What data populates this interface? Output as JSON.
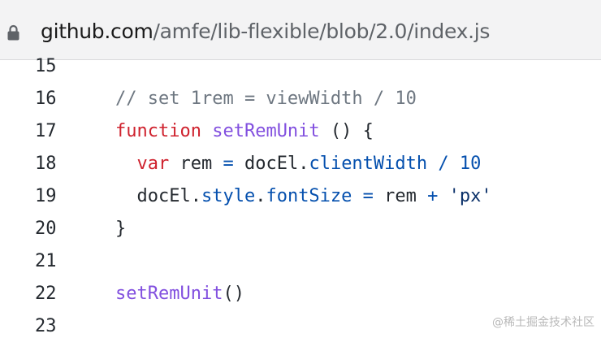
{
  "address_bar": {
    "host": "github.com",
    "path": "/amfe/lib-flexible/blob/2.0/index.js"
  },
  "code": {
    "lines": [
      {
        "num": "15",
        "tokens": []
      },
      {
        "num": "16",
        "tokens": [
          {
            "t": "// set 1rem = viewWidth / 10",
            "c": "comment"
          }
        ]
      },
      {
        "num": "17",
        "tokens": [
          {
            "t": "function",
            "c": "kw"
          },
          {
            "t": " ",
            "c": "plain"
          },
          {
            "t": "setRemUnit",
            "c": "fn"
          },
          {
            "t": " () {",
            "c": "plain"
          }
        ]
      },
      {
        "num": "18",
        "tokens": [
          {
            "t": "  ",
            "c": "plain"
          },
          {
            "t": "var",
            "c": "kw"
          },
          {
            "t": " rem ",
            "c": "plain"
          },
          {
            "t": "=",
            "c": "op"
          },
          {
            "t": " docEl.",
            "c": "plain"
          },
          {
            "t": "clientWidth",
            "c": "prop"
          },
          {
            "t": " ",
            "c": "plain"
          },
          {
            "t": "/",
            "c": "op"
          },
          {
            "t": " ",
            "c": "plain"
          },
          {
            "t": "10",
            "c": "num"
          }
        ]
      },
      {
        "num": "19",
        "tokens": [
          {
            "t": "  docEl.",
            "c": "plain"
          },
          {
            "t": "style",
            "c": "prop"
          },
          {
            "t": ".",
            "c": "plain"
          },
          {
            "t": "fontSize",
            "c": "prop"
          },
          {
            "t": " ",
            "c": "plain"
          },
          {
            "t": "=",
            "c": "op"
          },
          {
            "t": " rem ",
            "c": "plain"
          },
          {
            "t": "+",
            "c": "op"
          },
          {
            "t": " ",
            "c": "plain"
          },
          {
            "t": "'px'",
            "c": "str"
          }
        ]
      },
      {
        "num": "20",
        "tokens": [
          {
            "t": "}",
            "c": "plain"
          }
        ]
      },
      {
        "num": "21",
        "tokens": []
      },
      {
        "num": "22",
        "tokens": [
          {
            "t": "setRemUnit",
            "c": "fn"
          },
          {
            "t": "()",
            "c": "plain"
          }
        ]
      },
      {
        "num": "23",
        "tokens": []
      }
    ]
  },
  "watermark": "@稀土掘金技术社区",
  "icons": {
    "lock": "lock-icon"
  }
}
